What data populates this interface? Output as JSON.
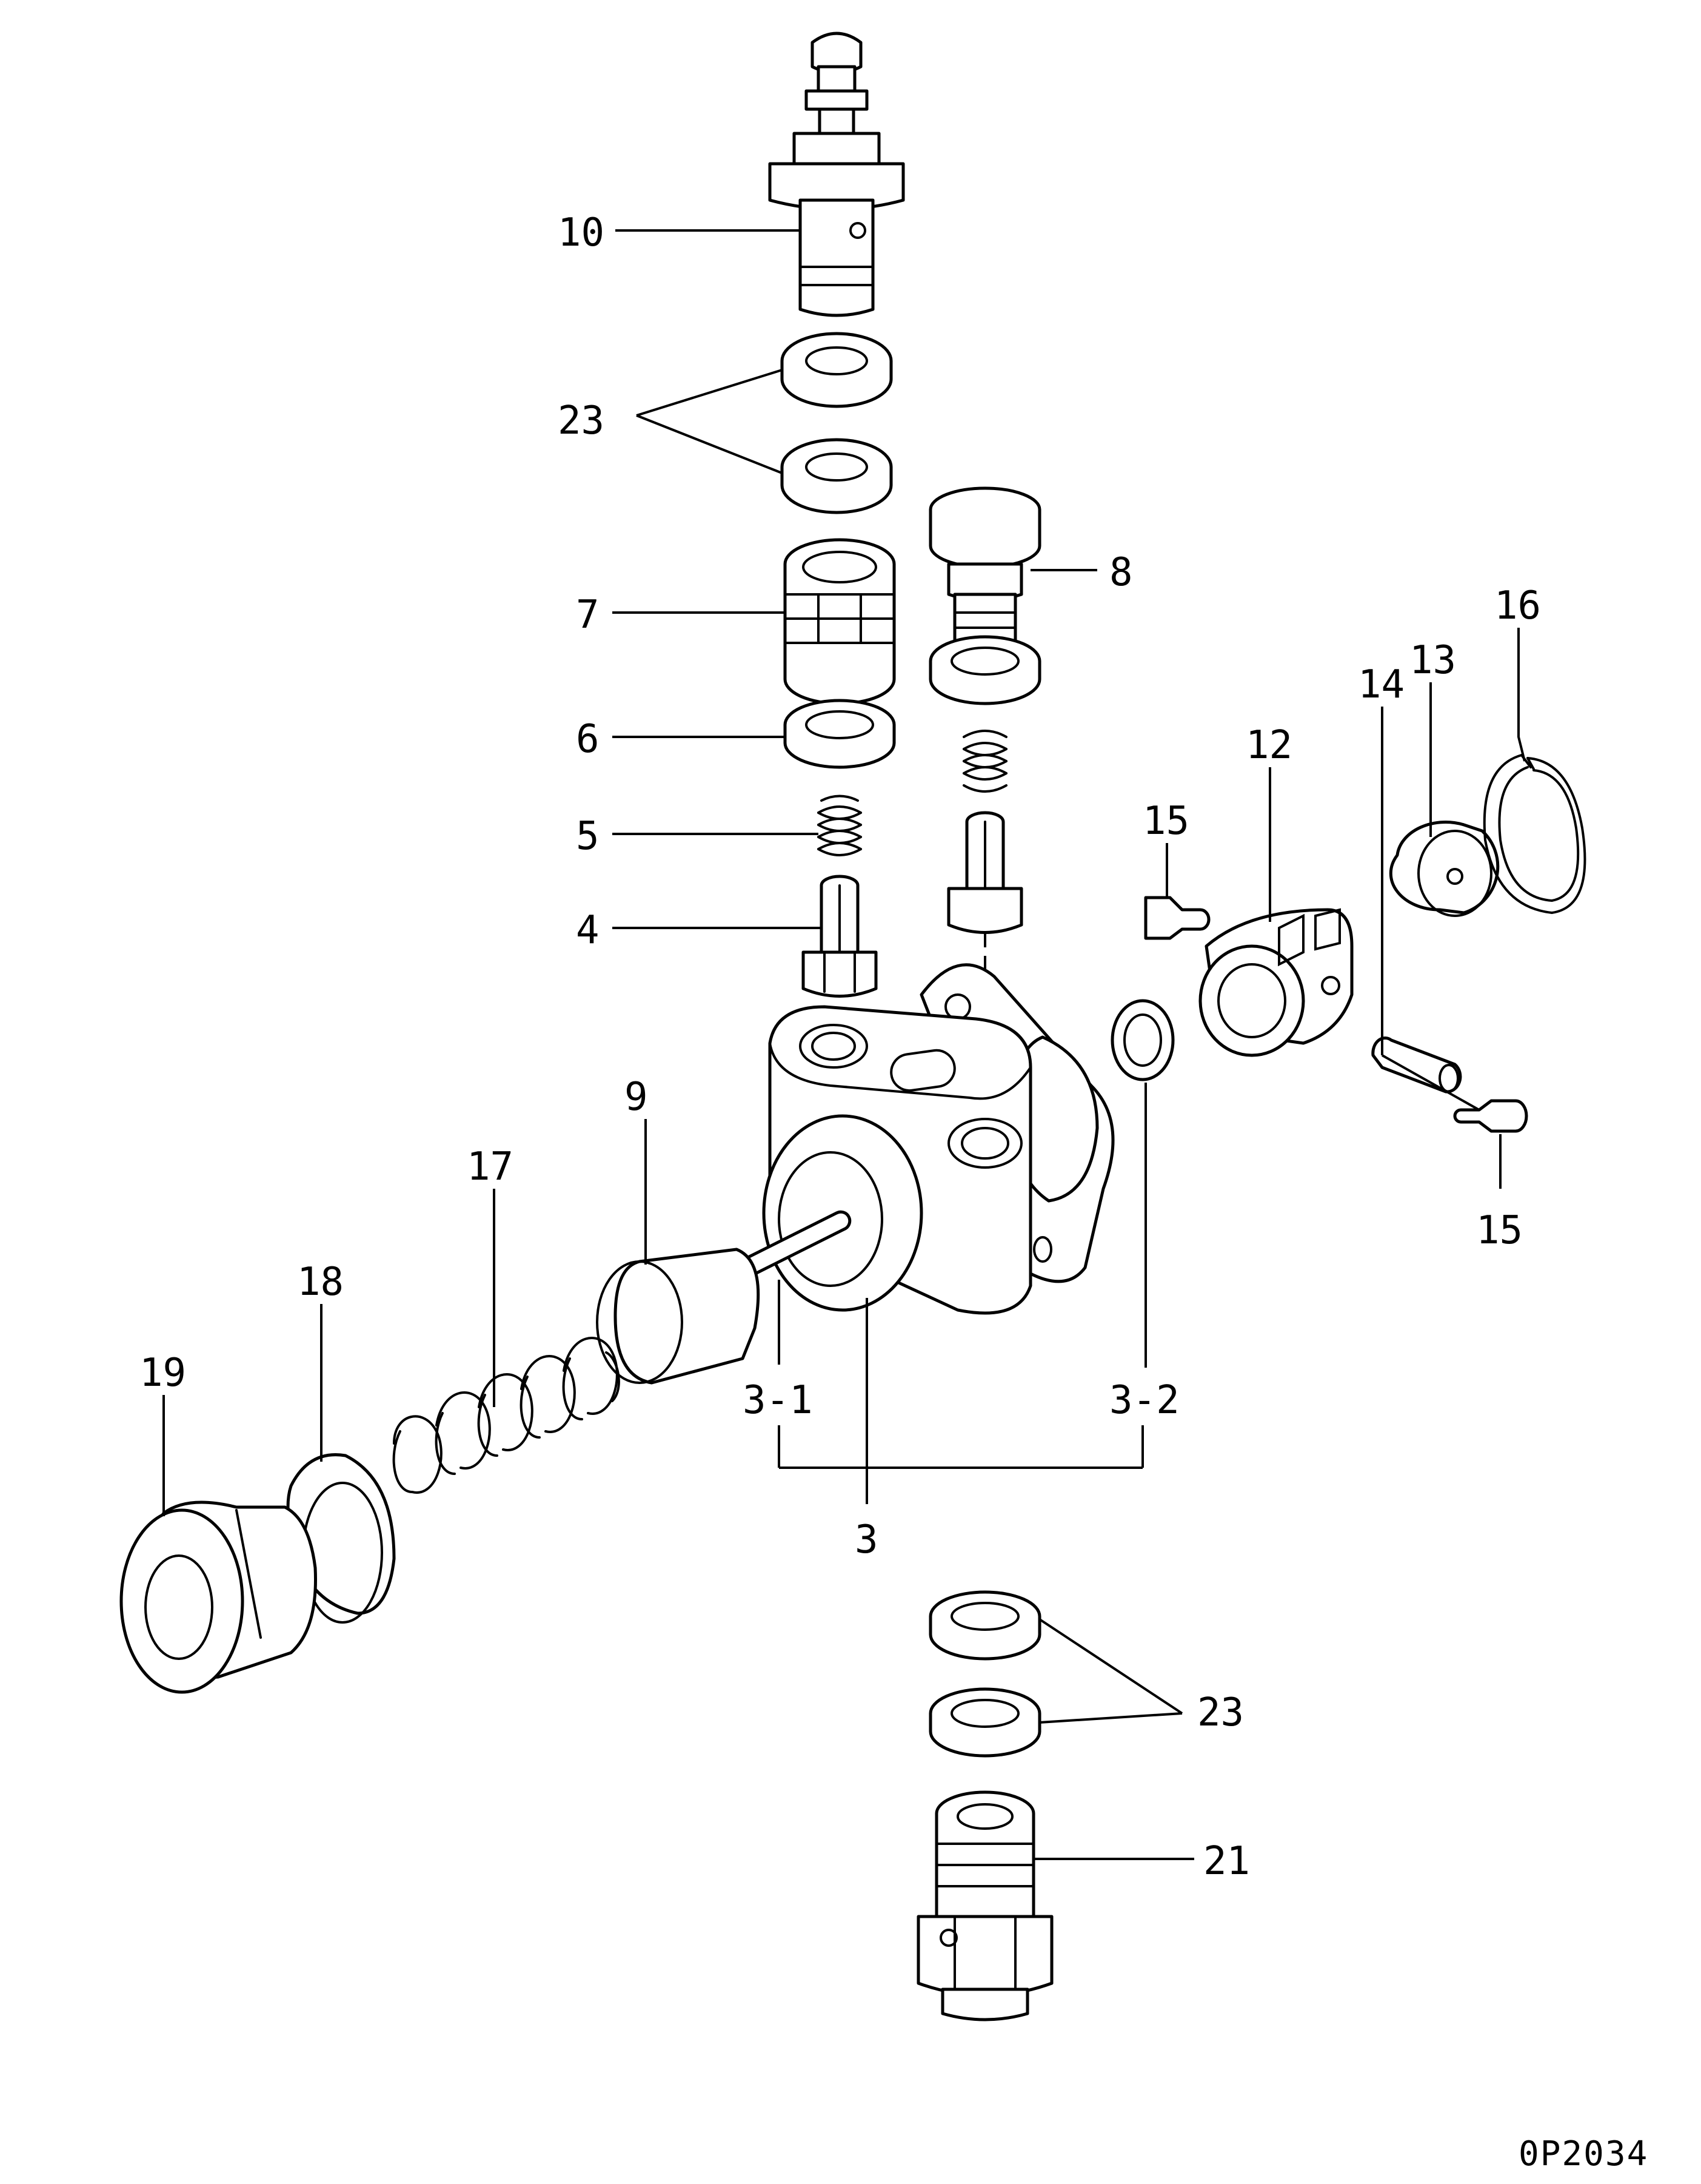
{
  "diagram": {
    "drawing_code": "0P2034",
    "callouts": {
      "c10": "10",
      "c23_top": "23",
      "c8": "8",
      "c7": "7",
      "c6": "6",
      "c5": "5",
      "c4": "4",
      "c16": "16",
      "c13": "13",
      "c14": "14",
      "c12": "12",
      "c15_top": "15",
      "c15_bottom": "15",
      "c9": "9",
      "c17": "17",
      "c18": "18",
      "c19": "19",
      "c3_1": "3-1",
      "c3_2": "3-2",
      "c3": "3",
      "c23_bottom": "23",
      "c21": "21"
    }
  }
}
